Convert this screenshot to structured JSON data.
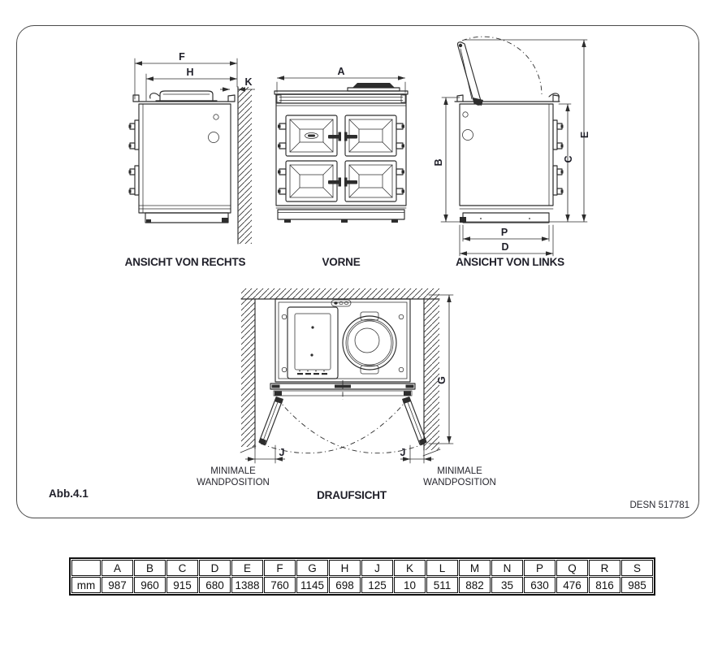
{
  "figure": {
    "label": "Abb.4.1",
    "drawing_number": "DESN 517781",
    "captions": {
      "right_view": "ANSICHT VON RECHTS",
      "front_view": "VORNE",
      "left_view": "ANSICHT VON LINKS",
      "top_view": "DRAUFSICHT"
    },
    "wall_note": {
      "line1": "MINIMALE",
      "line2": "WANDPOSITION"
    },
    "dim_letters": {
      "a": "A",
      "b": "B",
      "c": "C",
      "d": "D",
      "e": "E",
      "f": "F",
      "g": "G",
      "h": "H",
      "j": "J",
      "k": "K",
      "p": "P"
    },
    "line_color": "#2d2d2d",
    "text_color": "#20202a"
  },
  "dimension_table": {
    "unit_label": "mm",
    "columns": [
      "A",
      "B",
      "C",
      "D",
      "E",
      "F",
      "G",
      "H",
      "J",
      "K",
      "L",
      "M",
      "N",
      "P",
      "Q",
      "R",
      "S"
    ],
    "values": [
      "987",
      "960",
      "915",
      "680",
      "1388",
      "760",
      "1145",
      "698",
      "125",
      "10",
      "511",
      "882",
      "35",
      "630",
      "476",
      "816",
      "985"
    ]
  }
}
